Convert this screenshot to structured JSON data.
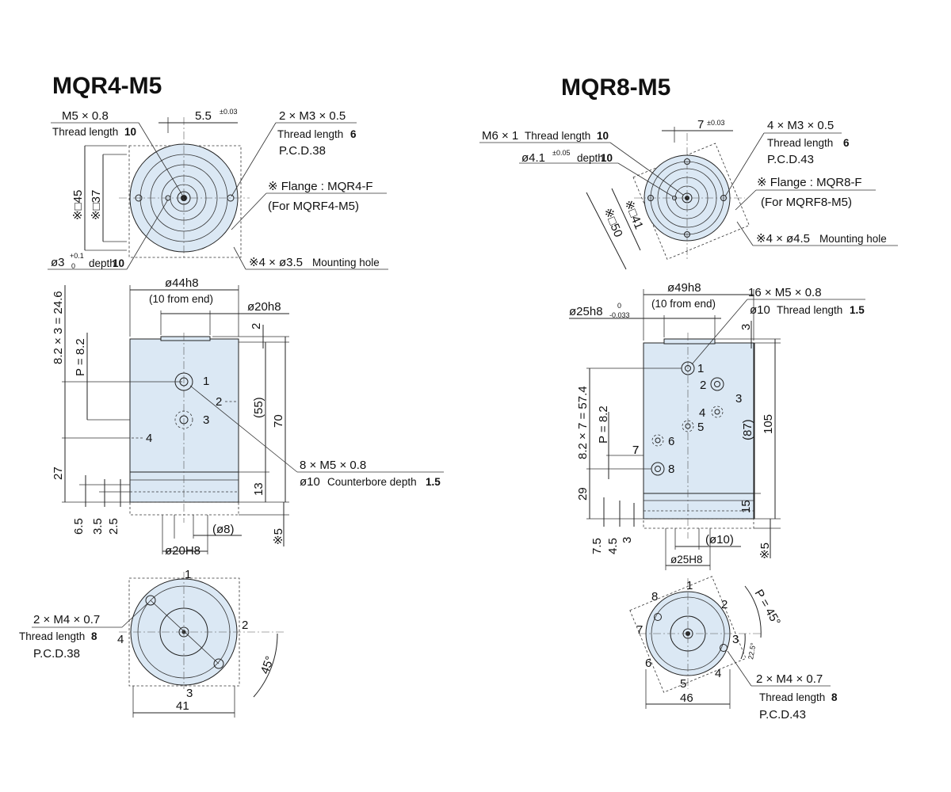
{
  "left": {
    "title": "MQR4-M5",
    "top": {
      "thread_a": "M5 × 0.8",
      "thread_a_len_label": "Thread length",
      "thread_a_len": "10",
      "dim_offset": "5.5",
      "dim_offset_tol": "±0.03",
      "thread_b": "2 × M3 × 0.5",
      "thread_b_len_label": "Thread length",
      "thread_b_len": "6",
      "pcd": "P.C.D.38",
      "sq45": "※□45",
      "sq37": "※□37",
      "flange": "※ Flange : MQR4-F",
      "flange_for": "(For MQRF4-M5)",
      "pin_dia": "ø3",
      "pin_tol_upper": "+0.1",
      "pin_tol_lower": "0",
      "pin_depth_label": "depth",
      "pin_depth": "10",
      "mount_hole": "※4 × ø3.5",
      "mount_hole_label": "Mounting hole"
    },
    "front": {
      "dia_body": "ø44h8",
      "from_end": "(10 from end)",
      "dia_shaft": "ø20h8",
      "dim_2": "2",
      "pitch_total": "8.2 × 3 = 24.6",
      "pitch": "P = 8.2",
      "port1": "1",
      "port2": "2",
      "port3": "3",
      "port4": "4",
      "dim_55": "(55)",
      "dim_70": "70",
      "port_thread": "8 × M5 × 0.8",
      "counterbore": "ø10",
      "counterbore_label": "Counterbore depth",
      "counterbore_depth": "1.5",
      "dim_27": "27",
      "dim_13": "13",
      "dim_65": "6.5",
      "dim_35": "3.5",
      "dim_25": "2.5",
      "dim_d8": "(ø8)",
      "dim_5": "※5",
      "dim_20H8": "ø20H8"
    },
    "bottom": {
      "thread": "2 × M4 × 0.7",
      "len_label": "Thread length",
      "len": "8",
      "pcd": "P.C.D.38",
      "angle": "45°",
      "width": "41",
      "p1": "1",
      "p2": "2",
      "p3": "3",
      "p4": "4"
    }
  },
  "right": {
    "title": "MQR8-M5",
    "top": {
      "thread_a": "M6 × 1",
      "thread_a_len_label": "Thread length",
      "thread_a_len": "10",
      "dim_offset": "7",
      "dim_offset_tol": "±0.03",
      "pin_dia": "ø4.1",
      "pin_tol": "±0.05",
      "pin_depth_label": "depth",
      "pin_depth": "10",
      "thread_b": "4 × M3 × 0.5",
      "thread_b_len_label": "Thread length",
      "thread_b_len": "6",
      "pcd": "P.C.D.43",
      "flange": "※ Flange : MQR8-F",
      "flange_for": "(For MQRF8-M5)",
      "mount_hole": "※4 × ø4.5",
      "mount_hole_label": "Mounting hole",
      "sq50": "※□50",
      "sq41": "※□41"
    },
    "front": {
      "dia_body": "ø49h8",
      "from_end": "(10 from end)",
      "dia_shaft": "ø25h8",
      "dia_shaft_tol_upper": "0",
      "dia_shaft_tol_lower": "-0.033",
      "port_thread": "16 × M5 × 0.8",
      "counterbore": "ø10",
      "thread_len_label": "Thread length",
      "thread_len": "1.5",
      "dim_3": "3",
      "dim_87": "(87)",
      "dim_105": "105",
      "pitch_total": "8.2 × 7 = 57.4",
      "pitch": "P = 8.2",
      "dim_7": "7",
      "dim_29": "29",
      "dim_15": "15",
      "dim_75": "7.5",
      "dim_45": "4.5",
      "dim_3b": "3",
      "dim_d10": "(ø10)",
      "dim_25H8": "ø25H8",
      "dim_5": "※5",
      "p1": "1",
      "p2": "2",
      "p3": "3",
      "p4": "4",
      "p5": "5",
      "p6": "6",
      "p7": "7",
      "p8": "8"
    },
    "bottom": {
      "pitch_angle": "P = 45°",
      "angle": "22.5°",
      "thread": "2 × M4 × 0.7",
      "len_label": "Thread length",
      "len": "8",
      "pcd": "P.C.D.43",
      "width": "46",
      "p1": "1",
      "p2": "2",
      "p3": "3",
      "p4": "4",
      "p5": "5",
      "p6": "6",
      "p7": "7",
      "p8": "8"
    }
  }
}
